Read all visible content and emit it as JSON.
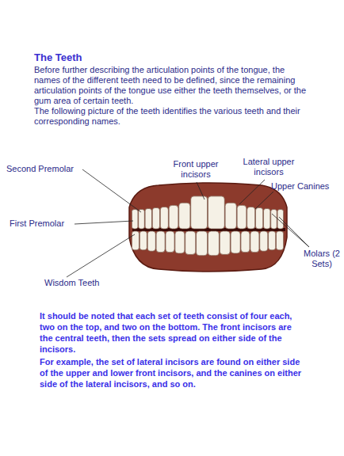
{
  "diagram": {
    "title": "The Teeth",
    "labels": [
      "Before further describing the articulation points of the tongue, the names of the different teeth need to be defined, since the remaining articulation points of the tongue use either the teeth themselves, or the gum area of certain teeth.",
      "The following picture of the teeth identifies the various teeth and their corresponding names.",
      "Second Premolar",
      "Front upper incisors",
      "Lateral upper incisors",
      "Upper Canines",
      "First Premolar",
      "Molars (2 Sets)",
      "Wisdom Teeth",
      "It should be noted that each set of teeth consist of four each, two on the top, and two on the bottom. The front incisors are the central teeth, then the sets spread on either side of the incisors.",
      "For example, the set of lateral incisors are found on either side of the upper and lower front incisors, and the canines on either side of the lateral incisors, and so on."
    ]
  }
}
